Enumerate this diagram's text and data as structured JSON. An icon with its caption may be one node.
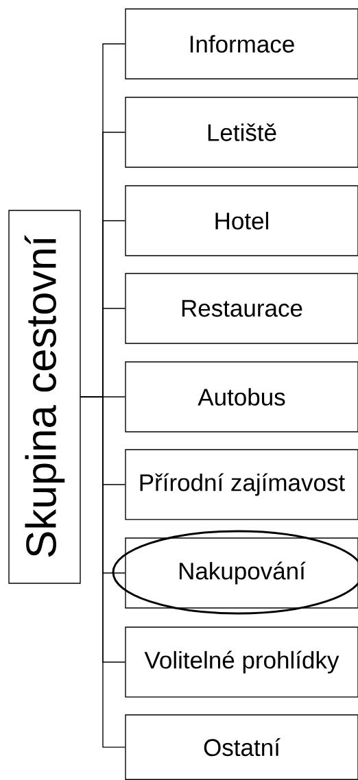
{
  "diagram": {
    "nodes": [
      {
        "text": [
          "Skupina cestovní"
        ]
      },
      {
        "text": [
          "Informace"
        ]
      },
      {
        "text": [
          "Letiště"
        ]
      },
      {
        "text": [
          "Hotel"
        ]
      },
      {
        "text": [
          "Restaurace"
        ]
      },
      {
        "text": [
          "Autobus"
        ]
      },
      {
        "text": [
          "Přírodní zajímavost"
        ]
      },
      {
        "text": [
          "Nakupování"
        ]
      },
      {
        "text": [
          "Volitelné prohlídky"
        ]
      },
      {
        "text": [
          "Ostatní"
        ]
      }
    ],
    "edges": [
      {
        "from": 0,
        "to": 1,
        "arrow": "none"
      },
      {
        "from": 0,
        "to": 2,
        "arrow": "none"
      },
      {
        "from": 0,
        "to": 3,
        "arrow": "none"
      },
      {
        "from": 0,
        "to": 4,
        "arrow": "none"
      },
      {
        "from": 0,
        "to": 5,
        "arrow": "none"
      },
      {
        "from": 0,
        "to": 6,
        "arrow": "none"
      },
      {
        "from": 0,
        "to": 7,
        "arrow": "none"
      },
      {
        "from": 0,
        "to": 8,
        "arrow": "none"
      },
      {
        "from": 0,
        "to": 9,
        "arrow": "none"
      }
    ]
  }
}
